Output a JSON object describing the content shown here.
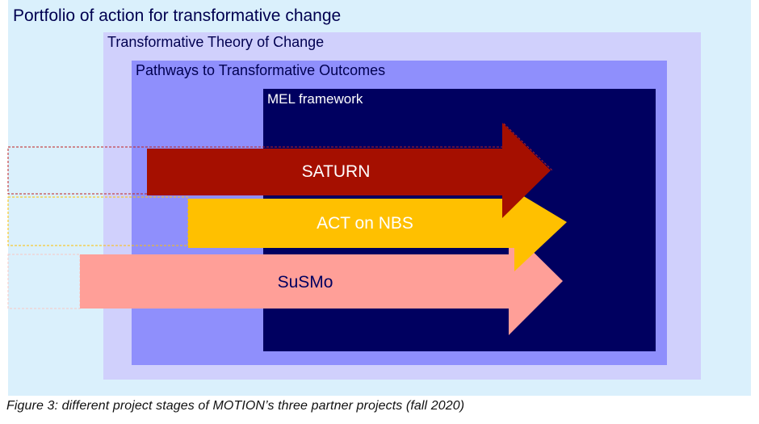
{
  "boxes": {
    "portfolio": {
      "title": "Portfolio of action for transformative change",
      "color": "#DAF0FC"
    },
    "theory": {
      "title": "Transformative Theory of Change",
      "color": "#D0D0FC"
    },
    "pathways": {
      "title": "Pathways to Transformative Outcomes",
      "color": "#8F8FFC"
    },
    "mel": {
      "title": "MEL framework",
      "color": "#000060"
    }
  },
  "arrows": [
    {
      "label": "SATURN",
      "color": "#A50F00",
      "text_color": "#FFFFFF"
    },
    {
      "label": "ACT on NBS",
      "color": "#FFC000",
      "text_color": "#FFFFFF"
    },
    {
      "label": "SuSMo",
      "color": "#FF9F98",
      "text_color": "#000060"
    }
  ],
  "caption": "Figure 3: different project stages of MOTION’s three partner projects (fall 2020)"
}
